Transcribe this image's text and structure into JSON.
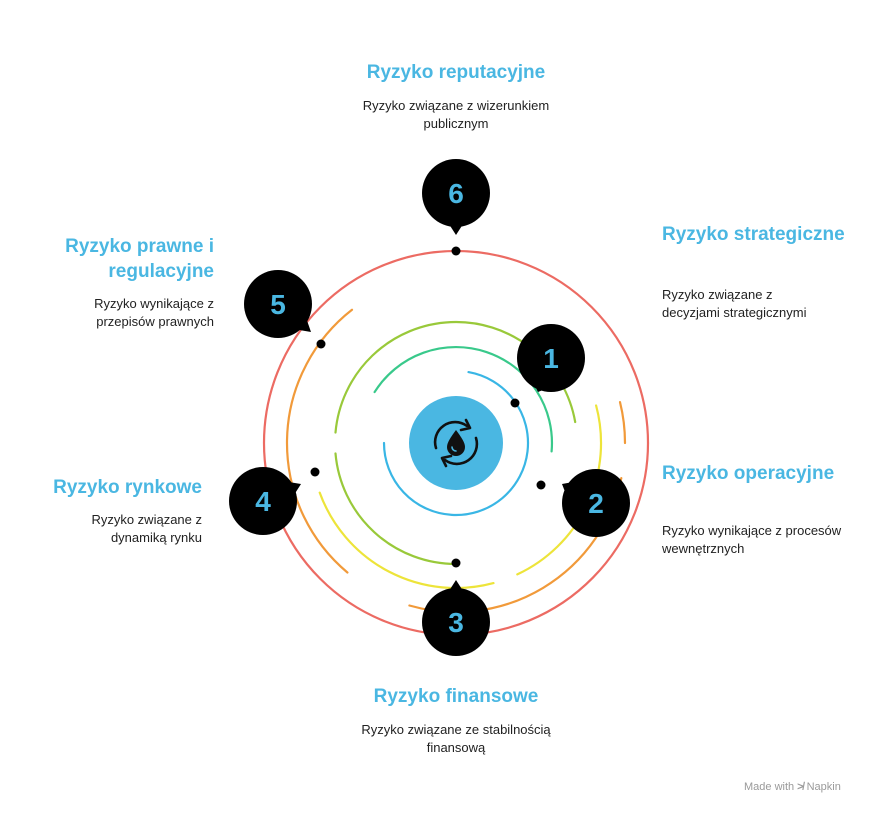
{
  "colors": {
    "title": "#4ab7e2",
    "center": "#4ab7e2",
    "marker": "#000000",
    "rings": [
      "#39b6e5",
      "#39c98b",
      "#99c93a",
      "#ede43a",
      "#f19a3a",
      "#ec6b63"
    ]
  },
  "center_icon": "cycle-drop-icon",
  "risks": [
    {
      "number": "1",
      "title": "Ryzyko strategiczne",
      "description": "Ryzyko związane z decyzjami strategicznymi"
    },
    {
      "number": "2",
      "title": "Ryzyko operacyjne",
      "description": "Ryzyko wynikające z procesów wewnętrznych"
    },
    {
      "number": "3",
      "title": "Ryzyko finansowe",
      "description": "Ryzyko związane ze stabilnością finansową"
    },
    {
      "number": "4",
      "title": "Ryzyko rynkowe",
      "description": "Ryzyko związane z dynamiką rynku"
    },
    {
      "number": "5",
      "title": "Ryzyko prawne i regulacyjne",
      "description": "Ryzyko wynikające z przepisów prawnych"
    },
    {
      "number": "6",
      "title": "Ryzyko reputacyjne",
      "description": "Ryzyko związane z wizerunkiem publicznym"
    }
  ],
  "watermark": {
    "prefix": "Made with",
    "brand": "Napkin"
  }
}
